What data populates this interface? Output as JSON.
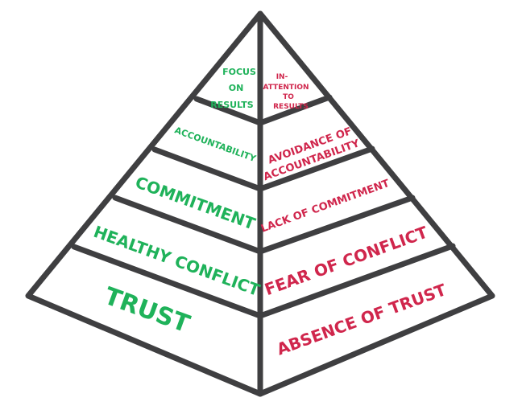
{
  "colors": {
    "outline": "#3f3f41",
    "functional": "#1fb25a",
    "dysfunctional": "#d0264c",
    "background": "#ffffff"
  },
  "levels": [
    {
      "functional": [
        "FOCUS",
        "ON",
        "RESULTS"
      ],
      "dysfunctional": [
        "IN-",
        "ATTENTION",
        "TO",
        "RESULTS"
      ]
    },
    {
      "functional": [
        "ACCOUNTABILITY"
      ],
      "dysfunctional": [
        "AVOIDANCE OF",
        "ACCOUNTABILITY"
      ]
    },
    {
      "functional": [
        "COMMITMENT"
      ],
      "dysfunctional": [
        "LACK OF COMMITMENT"
      ]
    },
    {
      "functional": [
        "HEALTHY CONFLICT"
      ],
      "dysfunctional": [
        "FEAR OF CONFLICT"
      ]
    },
    {
      "functional": [
        "TRUST"
      ],
      "dysfunctional": [
        "ABSENCE OF TRUST"
      ]
    }
  ]
}
